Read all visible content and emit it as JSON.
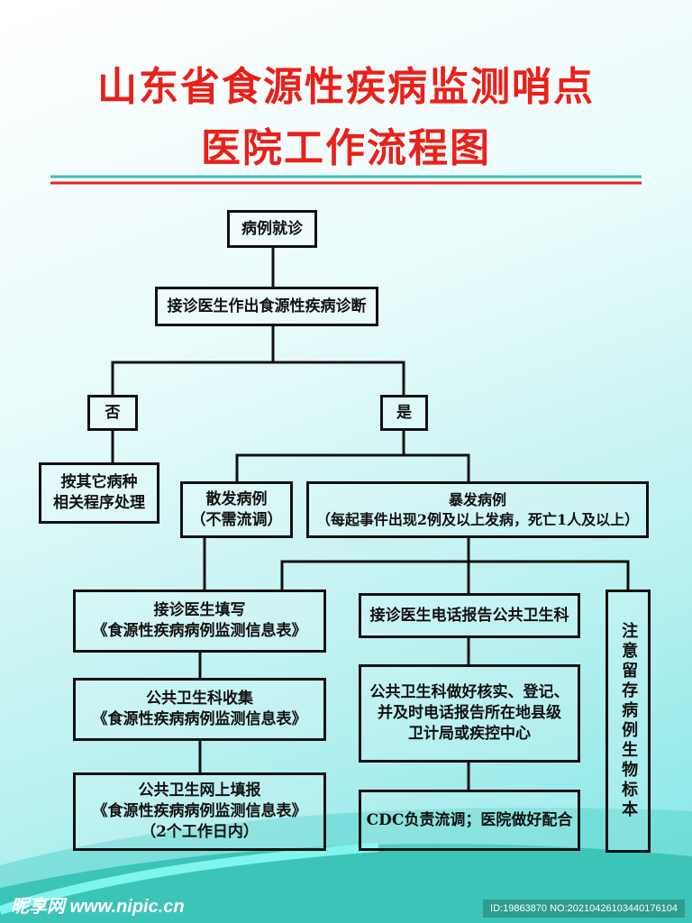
{
  "title": {
    "line1": "山东省食源性疾病监测哨点",
    "line2": "医院工作流程图"
  },
  "nodes": {
    "visit": "病例就诊",
    "diagnosis": "接诊医生作出食源性疾病诊断",
    "no": "否",
    "yes": "是",
    "other": [
      "按其它病种",
      "相关程序处理"
    ],
    "sporadic": [
      "散发病例",
      "（不需流调）"
    ],
    "outbreak": [
      "暴发病例",
      "（每起事件出现2例及以上发病，死亡1人及以上）"
    ],
    "fill": [
      "接诊医生填写",
      "《食源性疾病病例监测信息表》"
    ],
    "collect": [
      "公共卫生科收集",
      "《食源性疾病病例监测信息表》"
    ],
    "online": [
      "公共卫生网上填报",
      "《食源性疾病病例监测信息表》",
      "（2个工作日内）"
    ],
    "phone": "接诊医生电话报告公共卫生科",
    "verify": [
      "公共卫生科做好核实、登记、",
      "并及时电话报告所在地县级",
      "卫计局或疾控中心"
    ],
    "cdc": "CDC负责流调；医院做好配合",
    "sample": "注意留存病例生物标本"
  },
  "watermark": {
    "site": "昵享网 www.nipic.cn",
    "id": "ID:19863870 NO:20210426103440176104"
  }
}
